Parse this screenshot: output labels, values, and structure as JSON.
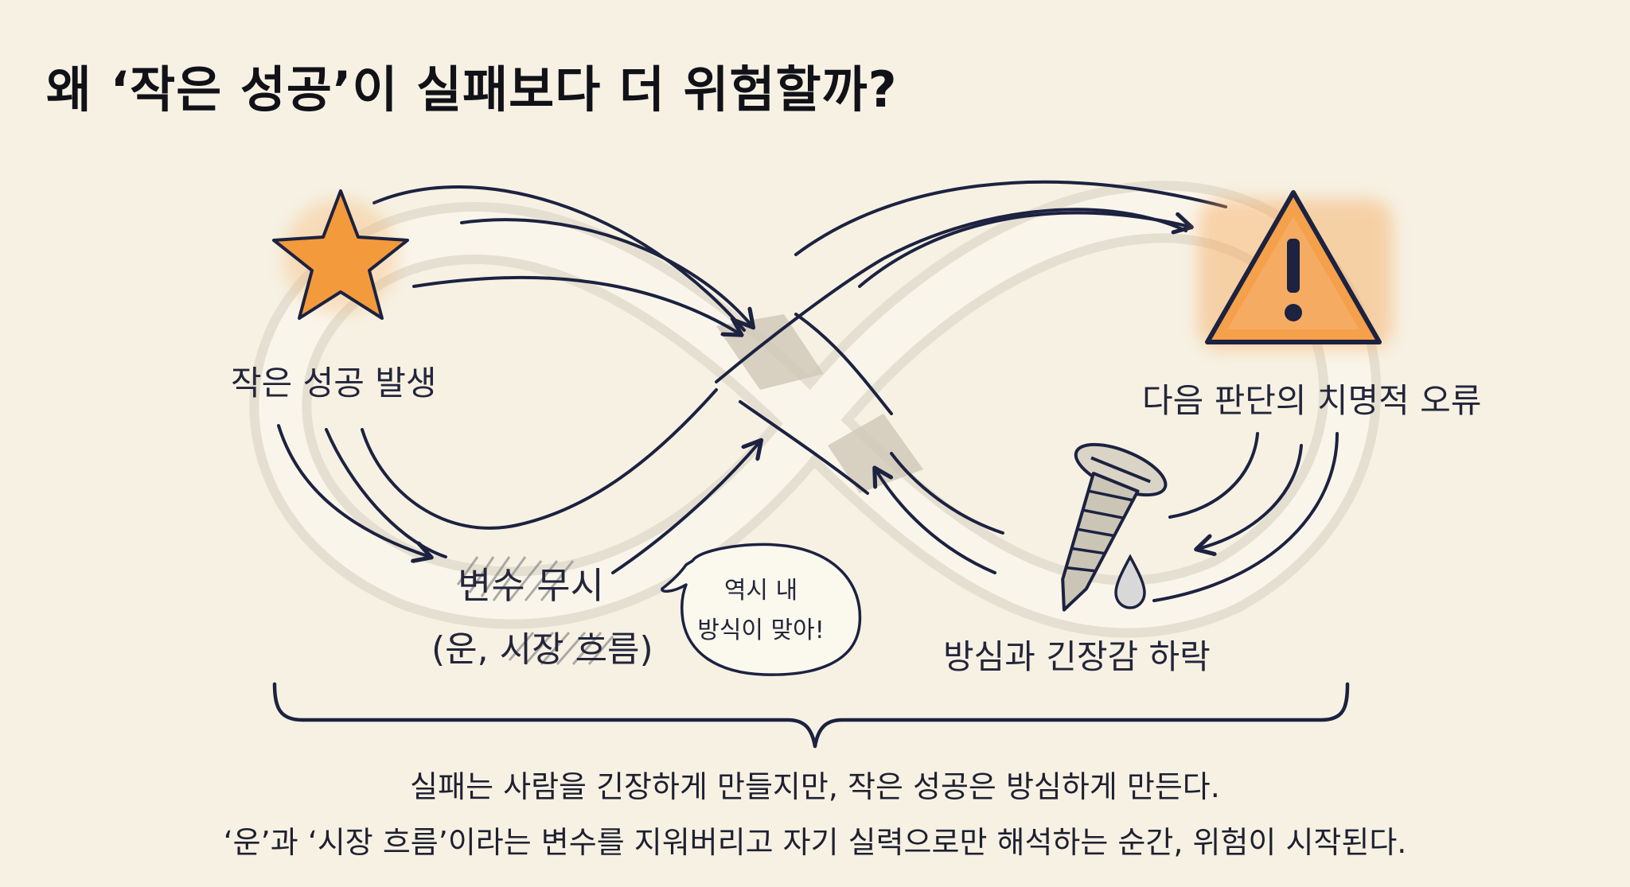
{
  "title": "왜 ‘작은 성공’이 실패보다 더 위험할까?",
  "nodes": {
    "small_success": "작은 성공 발생",
    "fatal_error": "다음 판단의 치명적 오류",
    "ignore_variables": "변수 무시",
    "ignore_variables_detail": "(운, 시장 흐름)",
    "complacency": "방심과 긴장감 하락"
  },
  "speech_bubble": {
    "line1": "역시 내",
    "line2": "방식이 맞아!"
  },
  "caption": {
    "line1": "실패는 사람을 긴장하게 만들지만, 작은 성공은 방심하게 만든다.",
    "line2": "‘운’과 ‘시장 흐름’이라는 변수를 지워버리고 자기 실력으로만 해석하는 순간, 위험이 시작된다."
  },
  "icons": [
    "star-icon",
    "warning-icon",
    "screw-icon",
    "drop-icon",
    "speech-bubble-icon"
  ],
  "colors": {
    "accent_orange": "#f5a04a",
    "ink": "#1c2240",
    "background": "#f6f1e3"
  }
}
